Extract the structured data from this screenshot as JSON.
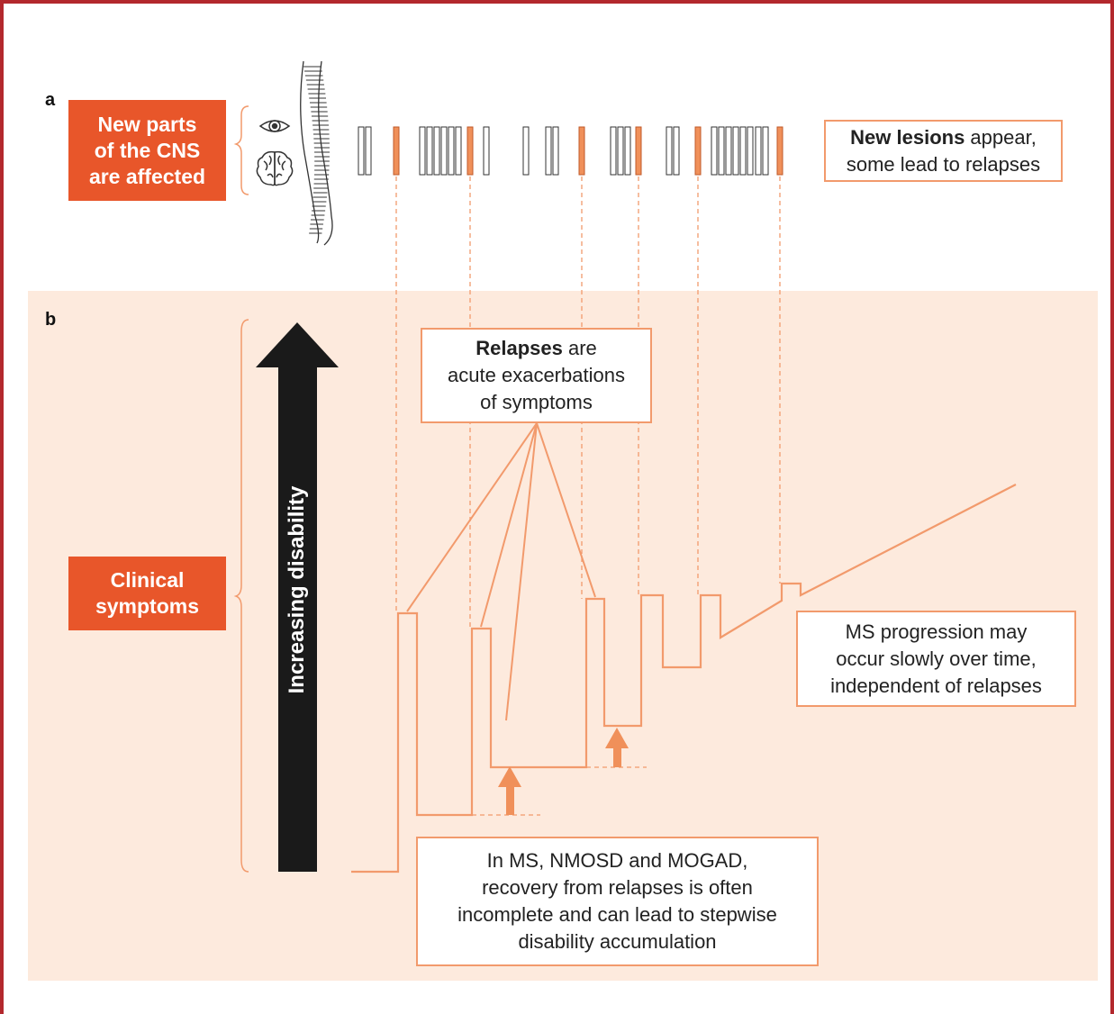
{
  "panel_a": {
    "label": "a",
    "tag": [
      "New parts",
      "of the CNS",
      "are affected"
    ],
    "callout_bold": "New lesions",
    "callout_rest1": " appear,",
    "callout_line2": "some lead to relapses"
  },
  "panel_b": {
    "label": "b",
    "tag": [
      "Clinical",
      "symptoms"
    ],
    "arrow_label": "Increasing disability",
    "relapses_bold": "Relapses",
    "relapses_rest": " are",
    "relapses_line2": "acute exacerbations",
    "relapses_line3": "of symptoms",
    "progression": [
      "MS progression may",
      "occur slowly over time,",
      "independent of relapses"
    ],
    "recovery": [
      "In MS, NMOSD and MOGAD,",
      "recovery from relapses is often",
      "incomplete and can lead to stepwise",
      "disability accumulation"
    ]
  },
  "colors": {
    "frame": "#b3282d",
    "accent": "#e8562a",
    "line": "#f29a6c",
    "lesion_fill": "#f0905a",
    "panel_b_bg": "#fdeadd",
    "arrow": "#1a1a1a"
  },
  "icons": [
    "eye-icon",
    "brain-icon",
    "spine-icon"
  ]
}
